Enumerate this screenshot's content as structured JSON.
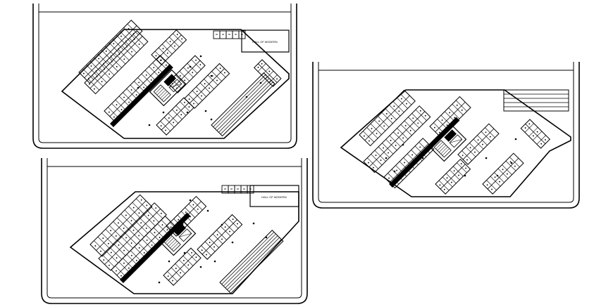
{
  "plans": [
    {
      "id": "plan-top-left",
      "room_label": "HALL OF MODERN"
    },
    {
      "id": "plan-right",
      "room_label": ""
    },
    {
      "id": "plan-bottom-left",
      "room_label": "HALL OF MODERN"
    }
  ],
  "colors": {
    "ink": "#000000",
    "paper": "#ffffff",
    "corridor": "#000000"
  }
}
